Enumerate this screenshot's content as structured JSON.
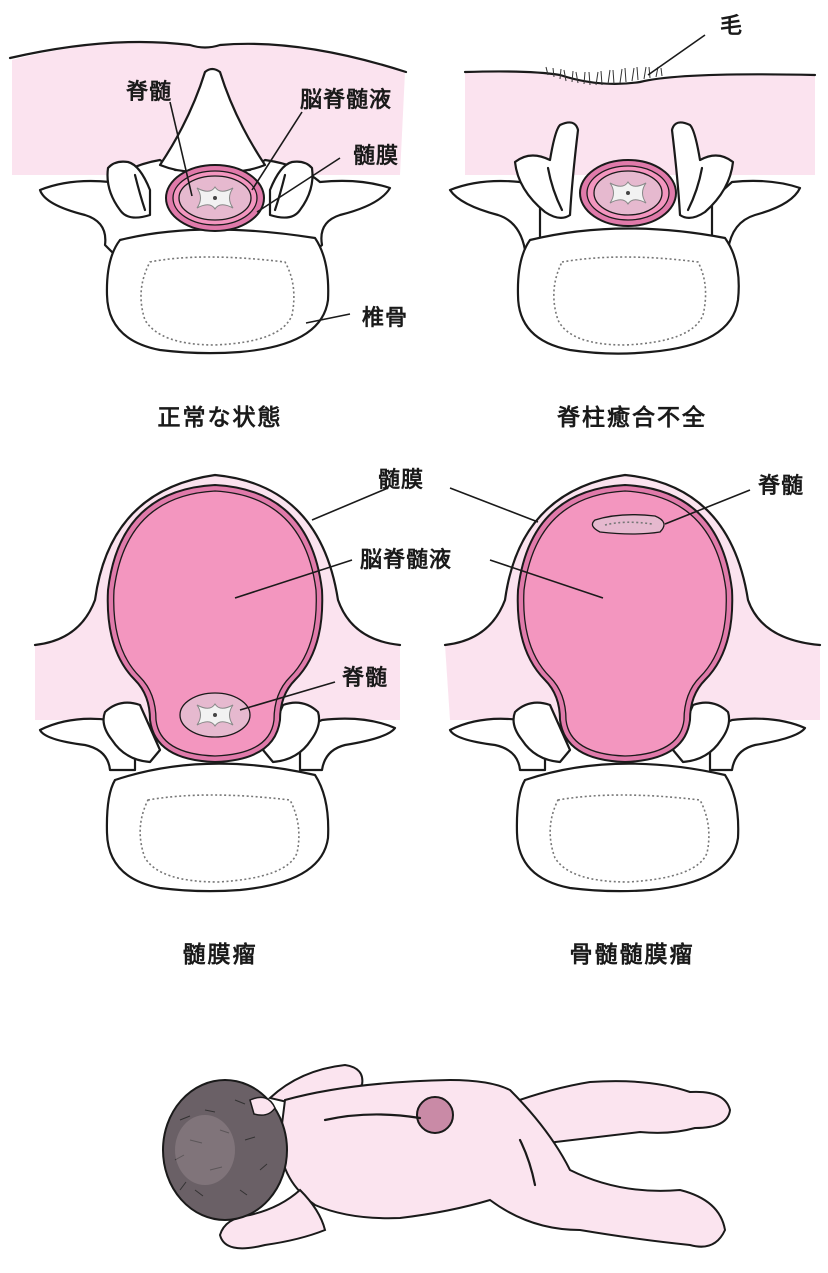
{
  "colors": {
    "skin": "#fbe3ef",
    "meninges": "#e07aaa",
    "csf": "#f396bf",
    "cord": "#e6b9cf",
    "gray_matter": "#f2f2f2",
    "outline": "#1a1a1a",
    "baby_skin": "#fbe4ef",
    "lesion": "#c98aa6"
  },
  "panels": {
    "normal": {
      "caption": "正常な状態",
      "labels": {
        "spinal_cord": "脊髄",
        "csf": "脳脊髄液",
        "meninges": "髄膜",
        "vertebra": "椎骨"
      }
    },
    "spina_bifida": {
      "caption": "脊柱癒合不全",
      "labels": {
        "hair": "毛"
      }
    },
    "meningocele": {
      "caption": "髄膜瘤",
      "labels": {
        "meninges": "髄膜",
        "csf": "脳脊髄液",
        "spinal_cord": "脊髄"
      }
    },
    "myelomeningocele": {
      "caption": "骨髄髄膜瘤",
      "labels": {
        "spinal_cord": "脊髄"
      }
    }
  },
  "infant": {
    "description": "infant-lying-prone-with-lumbar-lesion"
  }
}
